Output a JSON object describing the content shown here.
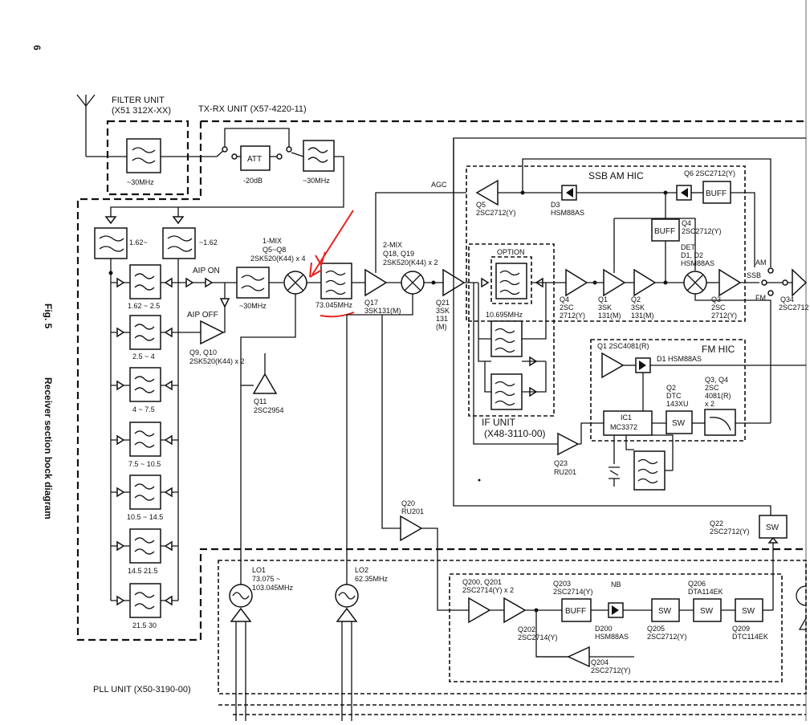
{
  "page": {
    "page_number": "6",
    "fig_label": "Fig. 5",
    "fig_title": "Receiver section bock diagram"
  },
  "units": {
    "filter_unit": "FILTER UNIT",
    "filter_unit_code": "(X51 312X-XX)",
    "txrx_unit": "TX-RX UNIT (X57-4220-11)",
    "ssb_am_hic": "SSB AM HIC",
    "fm_hic": "FM HIC",
    "if_unit": "IF UNIT",
    "if_unit_code": "(X48-3110-00)",
    "pll_unit": "PLL UNIT (X50-3190-00)",
    "option": "OPTION"
  },
  "labels": {
    "f30_top": "~30MHz",
    "att": "ATT",
    "att_20": "-20dB",
    "f30_b": "~30MHz",
    "agc": "AGC",
    "hpf_1": "1.62~",
    "lpf_1": "~1.62",
    "aip_on": "AIP ON",
    "aip_off": "AIP OFF",
    "f30_mix": "~30MHz",
    "mix1_a": "1-MIX",
    "mix1_b": "Q5~Q8",
    "mix1_c": "2SK520(K44) x 4",
    "xtal_73": "73.045MHz",
    "mix2_a": "2-MIX",
    "mix2_b": "Q18, Q19",
    "mix2_c": "2SK520(K44) x 2",
    "q17_a": "Q17",
    "q17_b": "3SK131(M)",
    "q21_a": "Q21",
    "q21_b": "3SK",
    "q21_c": "131",
    "q21_d": "(M)",
    "q9_a": "Q9, Q10",
    "q9_b": "2SK520(K44) x 2",
    "q11_a": "Q11",
    "q11_b": "2SC2954",
    "bp_1": "1.62 ~ 2.5",
    "bp_2": "2.5 ~ 4",
    "bp_3": "4 ~ 7.5",
    "bp_4": "7.5 ~ 10.5",
    "bp_5": "10.5 ~ 14.5",
    "bp_6": "14.5 21.5",
    "bp_7": "21.5 30",
    "q5_a": "Q5",
    "q5_b": "2SC2712(Y)",
    "d3_a": "D3",
    "d3_b": "HSM88AS",
    "q6": "Q6 2SC2712(Y)",
    "buff": "BUFF",
    "q4_buff_a": "Q4",
    "q4_buff_b": "2SC2712(Y)",
    "det_a": "DET",
    "det_b": "D1, D2",
    "det_c": "HSM88AS",
    "am": "AM",
    "ssb": "SSB",
    "fm": "FM",
    "q34_a": "Q34",
    "q34_b": "2SC2712",
    "if_10695": "10.695MHz",
    "q4_a": "Q4",
    "q4_b": "2SC",
    "q4_c": "2712(Y)",
    "q1_a": "Q1",
    "q1_b": "3SK",
    "q1_c": "131(M)",
    "q2_a": "Q2",
    "q2_b": "3SK",
    "q2_c": "131(M)",
    "q3_a": "Q3",
    "q3_b": "2SC",
    "q3_c": "2712(Y)",
    "fm_q1": "Q1 2SC4081(R)",
    "fm_d1": "D1 HSM88AS",
    "fm_q2_a": "Q2",
    "fm_q2_b": "DTC",
    "fm_q2_c": "143XU",
    "fm_q34_a": "Q3, Q4",
    "fm_q34_b": "2SC",
    "fm_q34_c": "4081(R)",
    "fm_q34_d": "x 2",
    "sw": "SW",
    "ic1_a": "IC1",
    "ic1_b": "MC3372",
    "q23_a": "Q23",
    "q23_b": "RU201",
    "q20_a": "Q20",
    "q20_b": "RU201",
    "q22_a": "Q22",
    "q22_b": "2SC2712(Y)",
    "lo1_a": "LO1",
    "lo1_b": "73.075 ~",
    "lo1_c": "103.045MHz",
    "lo2_a": "LO2",
    "lo2_b": "62.35MHz",
    "q200_a": "Q200, Q201",
    "q200_b": "2SC2714(Y) x 2",
    "q203_a": "Q203",
    "q203_b": "2SC2714(Y)",
    "nb": "NB",
    "q206_a": "Q206",
    "q206_b": "DTA114EK",
    "q202_a": "Q202",
    "q202_b": "2SC2714(Y)",
    "d200_a": "D200",
    "d200_b": "HSM88AS",
    "q205_a": "Q205",
    "q205_b": "2SC2712(Y)",
    "q209_a": "Q209",
    "q209_b": "DTC114EK",
    "q204_a": "Q204",
    "q204_b": "2SC2712(Y)"
  },
  "colors": {
    "ink": "#111111",
    "annotation": "#e8201c"
  }
}
